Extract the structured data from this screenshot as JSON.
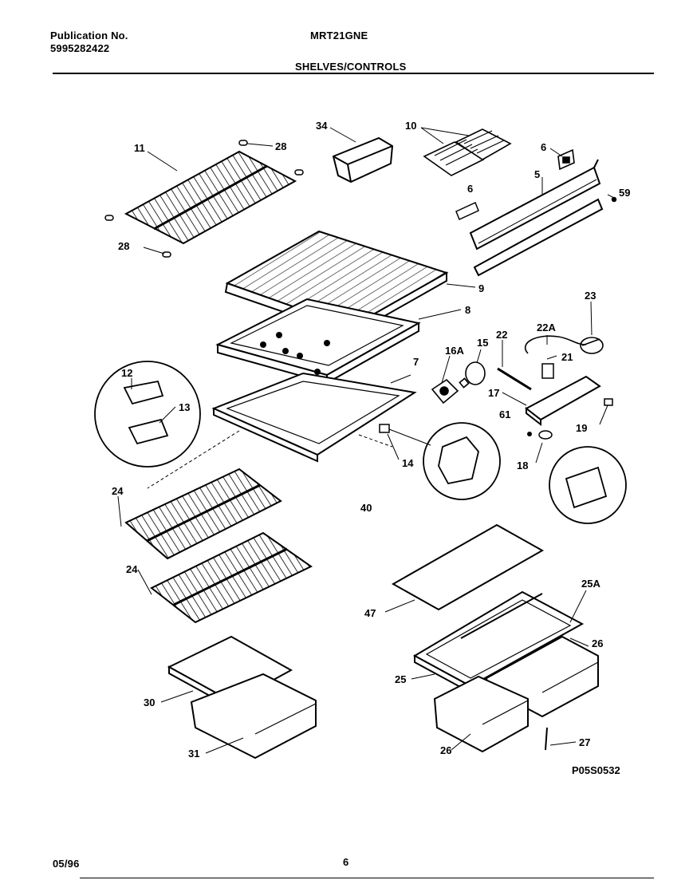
{
  "header": {
    "publication_label": "Publication No.",
    "publication_number": "5995282422",
    "model": "MRT21GNE",
    "section_title": "SHELVES/CONTROLS"
  },
  "footer": {
    "date": "05/96",
    "page": "6"
  },
  "diagram_code": "P05S0532",
  "part_labels": {
    "p11": "11",
    "p28a": "28",
    "p28b": "28",
    "p34": "34",
    "p10": "10",
    "p6a": "6",
    "p6b": "6",
    "p5": "5",
    "p59": "59",
    "p9": "9",
    "p8": "8",
    "p23": "23",
    "p22a": "22A",
    "p22": "22",
    "p16a": "16A",
    "p15": "15",
    "p21": "21",
    "p7": "7",
    "p17": "17",
    "p12": "12",
    "p13": "13",
    "p61": "61",
    "p19": "19",
    "p14": "14",
    "p18": "18",
    "p24a": "24",
    "p40": "40",
    "p24b": "24",
    "p47": "47",
    "p25a": "25A",
    "p26a": "26",
    "p25": "25",
    "p30": "30",
    "p26b": "26",
    "p27": "27",
    "p31": "31"
  }
}
